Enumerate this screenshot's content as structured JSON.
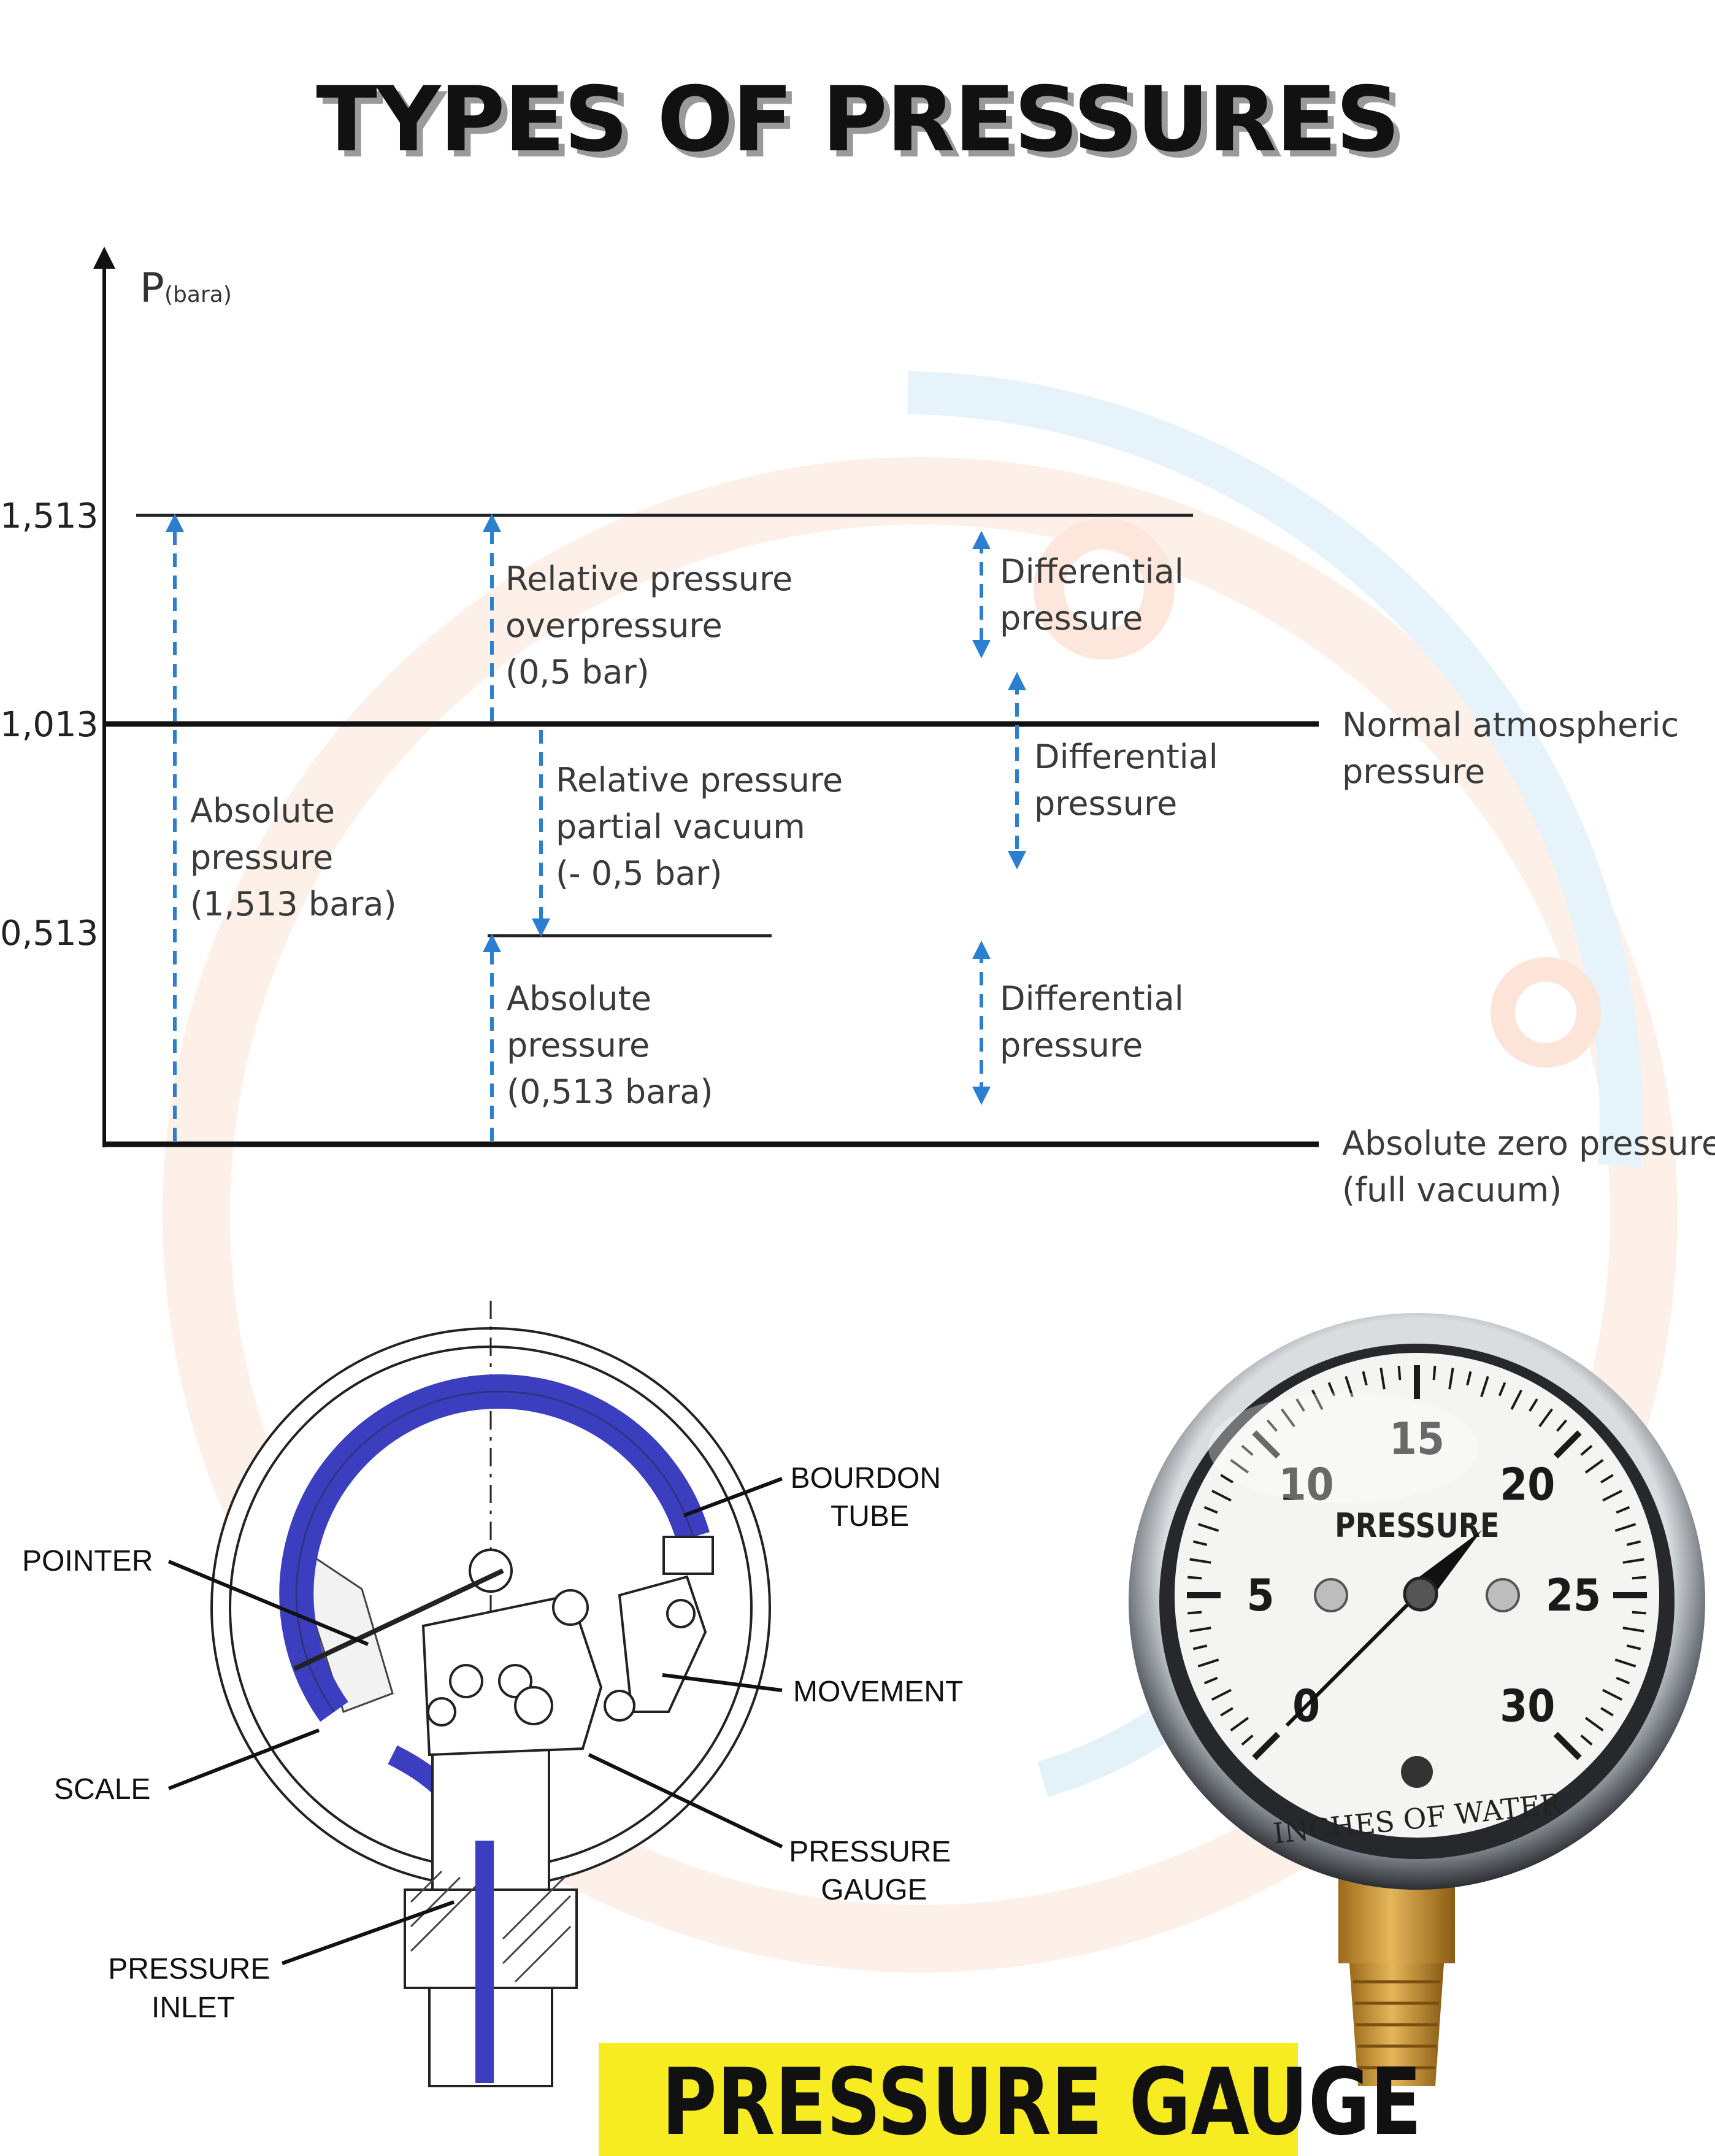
{
  "title": "TYPES OF PRESSURES",
  "diagram": {
    "axis_label": "P",
    "axis_unit": "(bara)",
    "ticks": [
      "1,513",
      "1,013",
      "0,513"
    ],
    "annotations": {
      "overpressure": [
        "Relative pressure",
        "overpressure",
        "(0,5 bar)"
      ],
      "partial_vacuum": [
        "Relative pressure",
        "partial vacuum",
        "(- 0,5 bar)"
      ],
      "absolute_high": [
        "Absolute",
        "pressure",
        "(1,513 bara)"
      ],
      "absolute_low": [
        "Absolute",
        "pressure",
        "(0,513 bara)"
      ],
      "differential_1": [
        "Differential",
        "pressure"
      ],
      "differential_2": [
        "Differential",
        "pressure"
      ],
      "differential_3": [
        "Differential",
        "pressure"
      ],
      "atmospheric": [
        "Normal atmospheric",
        "pressure"
      ],
      "zero": [
        "Absolute zero pressure",
        "(full vacuum)"
      ]
    }
  },
  "gauge_diagram": {
    "labels": {
      "bourdon_tube": [
        "BOURDON",
        "TUBE"
      ],
      "pointer": "POINTER",
      "movement": "MOVEMENT",
      "scale": "SCALE",
      "pressure_gauge": [
        "PRESSURE",
        "GAUGE"
      ],
      "pressure_inlet": [
        "PRESSURE",
        "INLET"
      ]
    }
  },
  "gauge_photo": {
    "dial_numbers": [
      "0",
      "5",
      "10",
      "15",
      "20",
      "25",
      "30"
    ],
    "dial_label": "PRESSURE",
    "unit": "INCHES OF WATER",
    "needle_value": 20
  },
  "banner": "PRESSURE GAUGE",
  "colors": {
    "arrow_blue": "#2a7fd0",
    "tube_blue": "#3b3fbf",
    "banner_yellow": "#f7ec22"
  }
}
